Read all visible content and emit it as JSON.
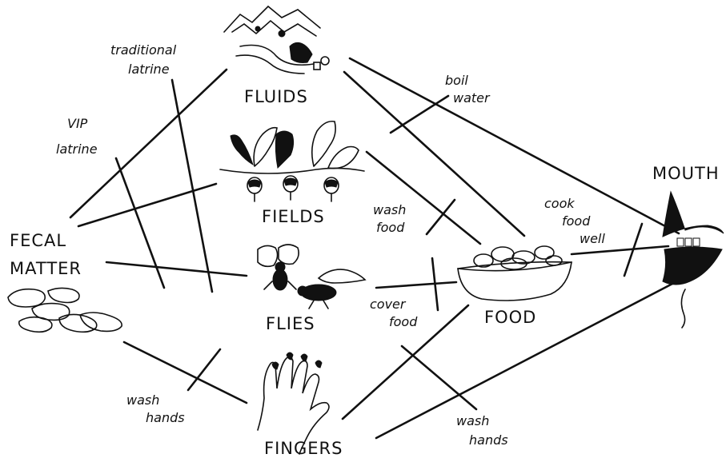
{
  "nodes": {
    "fluids": "FLUIDS",
    "fields": "FIELDS",
    "fecal_matter_line1": "FECAL",
    "fecal_matter_line2": "MATTER",
    "flies": "FLIES",
    "food": "FOOD",
    "fingers": "FINGERS",
    "mouth": "MOUTH"
  },
  "barriers": {
    "traditional_latrine": [
      "traditional",
      "latrine"
    ],
    "vip_latrine": [
      "VIP",
      "latrine"
    ],
    "boil_water": [
      "boil",
      "water"
    ],
    "wash_food": [
      "wash",
      "food"
    ],
    "cook_food_well": [
      "cook",
      "food",
      "well"
    ],
    "cover_food": [
      "cover",
      "food"
    ],
    "wash_hands_left": [
      "wash",
      "hands"
    ],
    "wash_hands_right": [
      "wash",
      "hands"
    ]
  },
  "colors": {
    "ink": "#111111",
    "background": "#ffffff"
  },
  "icons": [
    "mountain-stream-icon",
    "beet-plants-icon",
    "fly-icon",
    "fly-icon",
    "feces-icon",
    "hand-icon",
    "food-bowl-icon",
    "mouth-icon"
  ]
}
